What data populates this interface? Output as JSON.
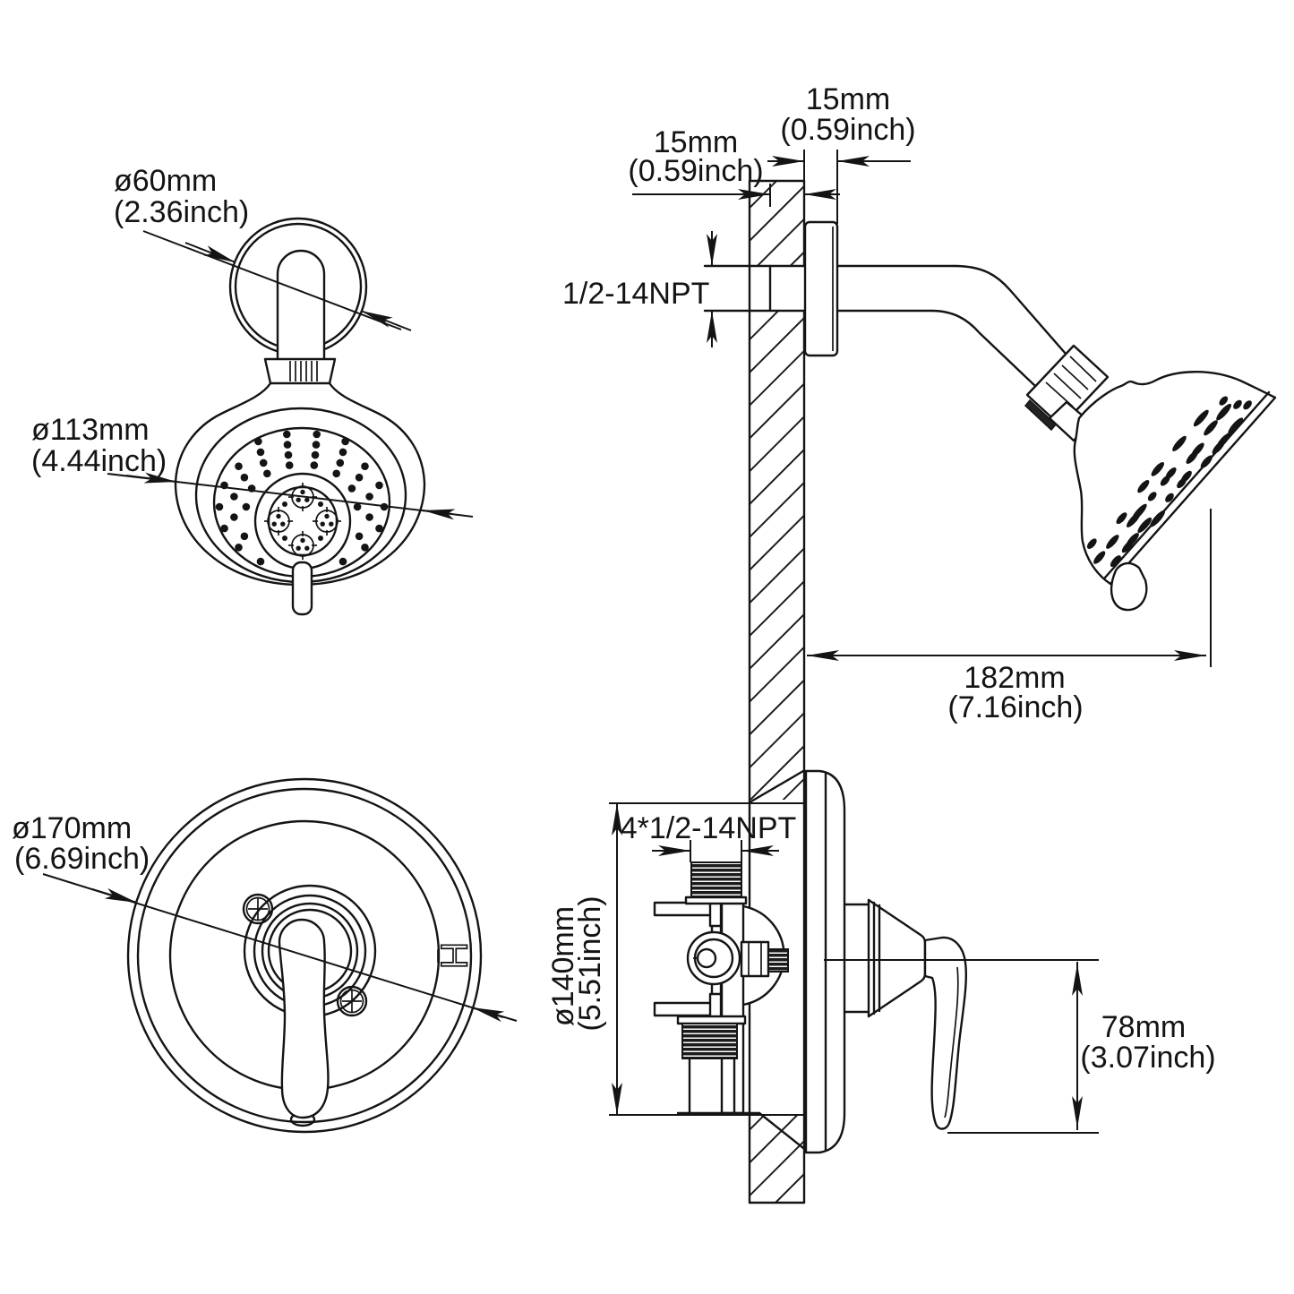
{
  "drawing": {
    "type": "technical-dimension-drawing",
    "subject": "wall-mount shower head and shower valve trim, front and side views",
    "colors": {
      "background": "#ffffff",
      "line": "#141414"
    },
    "labels": {
      "head_front": {
        "escutcheon_dia_mm": "ø60mm",
        "escutcheon_dia_in": "(2.36inch)",
        "head_dia_mm": "ø113mm",
        "head_dia_in": "(4.44inch)"
      },
      "head_side": {
        "wall_depth_mm": "15mm",
        "wall_depth_in": "(0.59inch)",
        "flange_depth_mm": "15mm",
        "flange_depth_in": "(0.59inch)",
        "arm_thread": "1/2-14NPT",
        "reach_mm": "182mm",
        "reach_in": "(7.16inch)"
      },
      "valve_front": {
        "plate_dia_mm": "ø170mm",
        "plate_dia_in": "(6.69inch)",
        "hot_marker": "H"
      },
      "valve_side": {
        "ports_thread": "4*1/2-14NPT",
        "rough_in_dia_mm": "ø140mm",
        "rough_in_dia_in": "(5.51inch)",
        "handle_len_mm": "78mm",
        "handle_len_in": "(3.07inch)"
      }
    }
  }
}
